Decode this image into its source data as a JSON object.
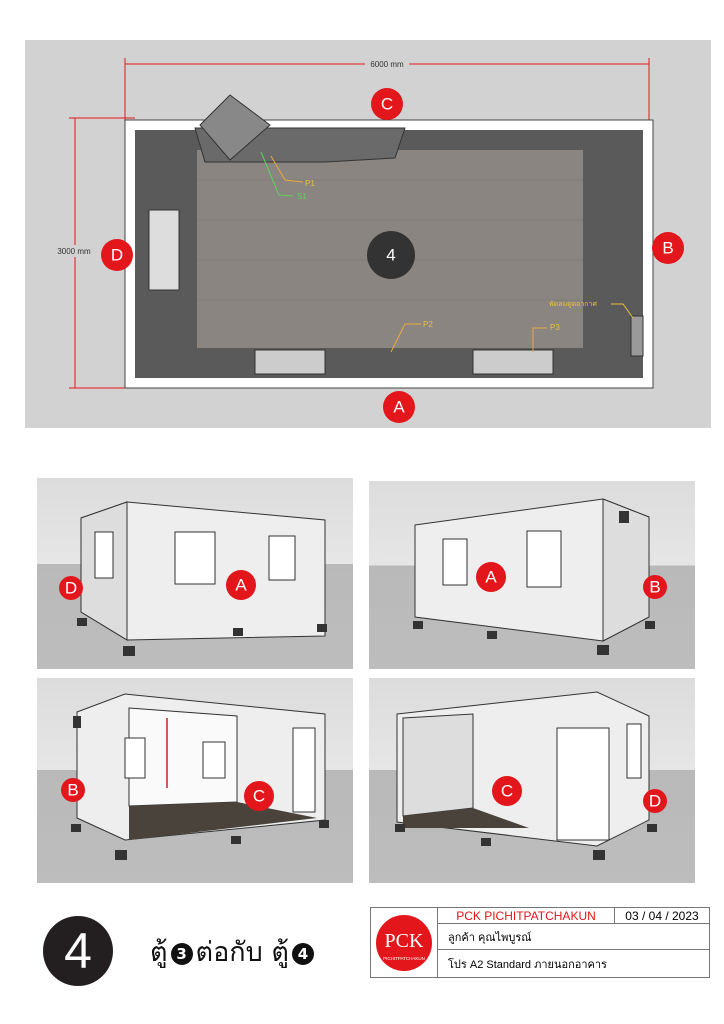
{
  "plan": {
    "dim_width": "6000 mm",
    "dim_height": "3000 mm",
    "floor_label": "4",
    "side_labels": {
      "top": "C",
      "right": "B",
      "bottom": "A",
      "left": "D"
    },
    "callouts": {
      "p1": "P1",
      "s1": "S1",
      "p2": "P2",
      "p3": "P3",
      "fan": "พัดลมดูดอากาศ"
    }
  },
  "views": [
    {
      "labels": [
        "D",
        "A"
      ]
    },
    {
      "labels": [
        "A",
        "B"
      ]
    },
    {
      "labels": [
        "B",
        "C"
      ]
    },
    {
      "labels": [
        "C",
        "D"
      ]
    }
  ],
  "title": {
    "number": "4",
    "prefix": "ตู้",
    "num_a": "3",
    "middle": "ต่อกับ ตู้",
    "num_b": "4"
  },
  "title_block": {
    "logo_text": "PCK",
    "logo_sub": "PICHITPATCHAKUN",
    "company": "PCK PICHITPATCHAKUN",
    "date": "03 / 04 / 2023",
    "customer": "ลูกค้า  คุณไพบูรณ์",
    "project": "โปร A2 Standard ภายนอกอาคาร"
  },
  "colors": {
    "accent": "#e3161b",
    "panel_bg": "#d2d2d2"
  }
}
